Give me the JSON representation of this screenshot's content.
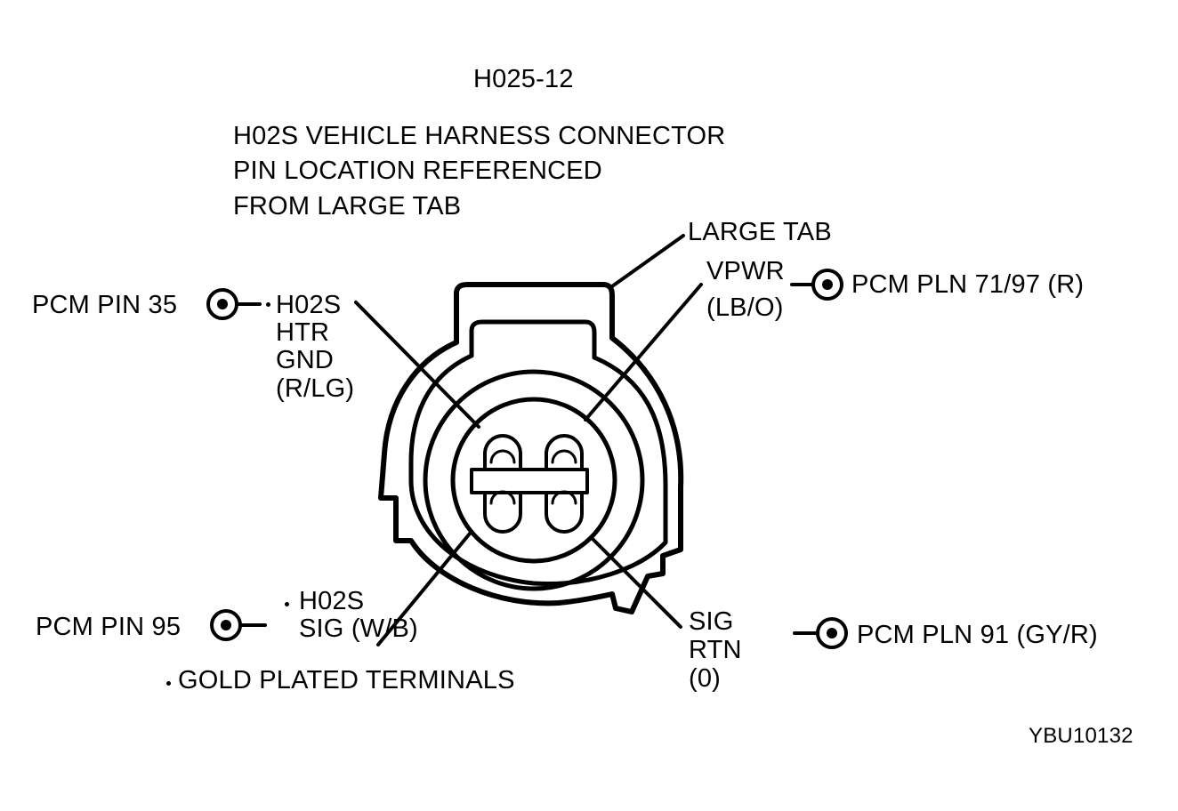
{
  "figure_id": "H025-12",
  "heading": {
    "line1": "H02S VEHICLE HARNESS CONNECTOR",
    "line2": "PIN LOCATION REFERENCED",
    "line3": "FROM LARGE TAB"
  },
  "large_tab_label": "LARGE TAB",
  "pins": {
    "heater_ground": {
      "pcm_label": "PCM PIN 35",
      "name_line1": "H02S",
      "name_line2": "HTR",
      "name_line3": "GND",
      "wire_color": "(R/LG)"
    },
    "vpwr": {
      "pcm_label": "PCM PLN 71/97 (R)",
      "name_line1": "VPWR",
      "wire_color": "(LB/O)"
    },
    "signal": {
      "pcm_label": "PCM PIN 95",
      "name_line1": "H02S",
      "name_line2": "SIG (W/B)"
    },
    "signal_return": {
      "pcm_label": "PCM PLN 91 (GY/R)",
      "name_line1": "SIG",
      "name_line2": "RTN",
      "name_line3": "(0)"
    }
  },
  "footnote": "GOLD PLATED TERMINALS",
  "drawing_number": "YBU10132"
}
